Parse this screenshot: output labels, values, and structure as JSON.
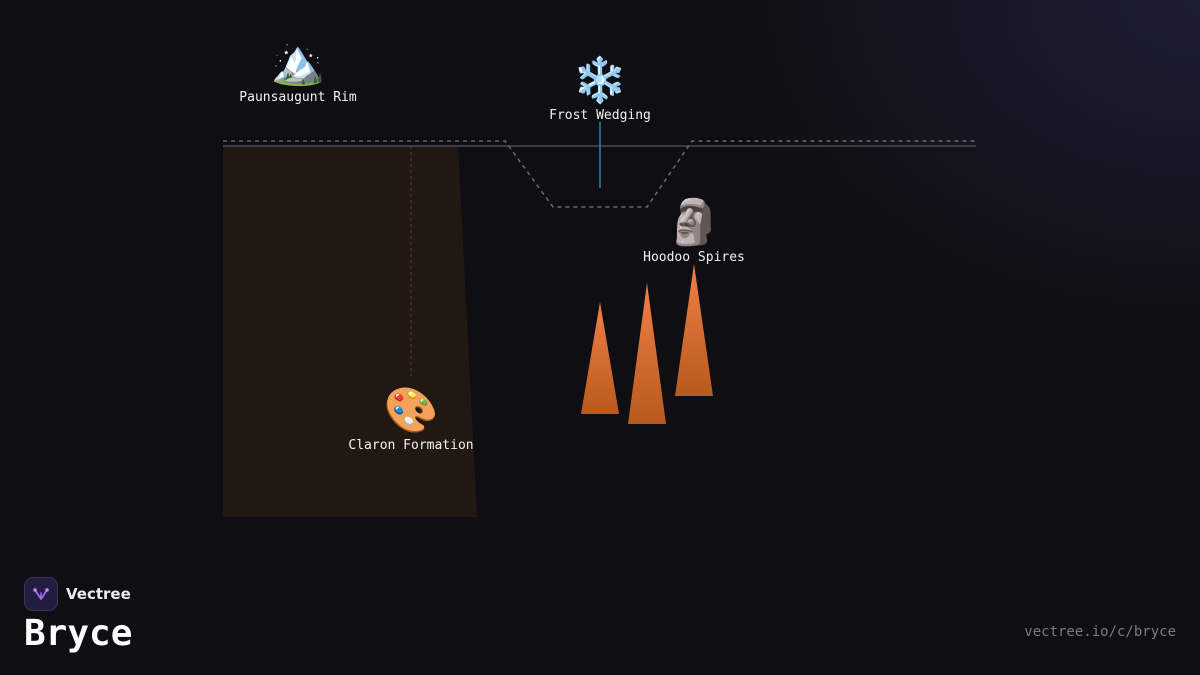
{
  "diagram": {
    "nodes": [
      {
        "emoji": "🏔️",
        "icon": "mountain-icon",
        "label": "Paunsaugunt Rim"
      },
      {
        "emoji": "❄️",
        "icon": "snowflake-icon",
        "label": "Frost Wedging"
      },
      {
        "emoji": "🗿",
        "icon": "moai-icon",
        "label": "Hoodoo Spires"
      },
      {
        "emoji": "🎨",
        "icon": "palette-icon",
        "label": "Claron Formation"
      }
    ],
    "colors": {
      "formation_fill": "#221813",
      "hoodoo_top": "#ef8048",
      "hoodoo_bottom": "#b85a1c",
      "frost_line": "#2f7fb5",
      "rim_line": "#55555c"
    }
  },
  "brand": {
    "name": "Vectree",
    "logo_icon": "vectree-logo-icon"
  },
  "page": {
    "title": "Bryce",
    "url": "vectree.io/c/bryce"
  }
}
